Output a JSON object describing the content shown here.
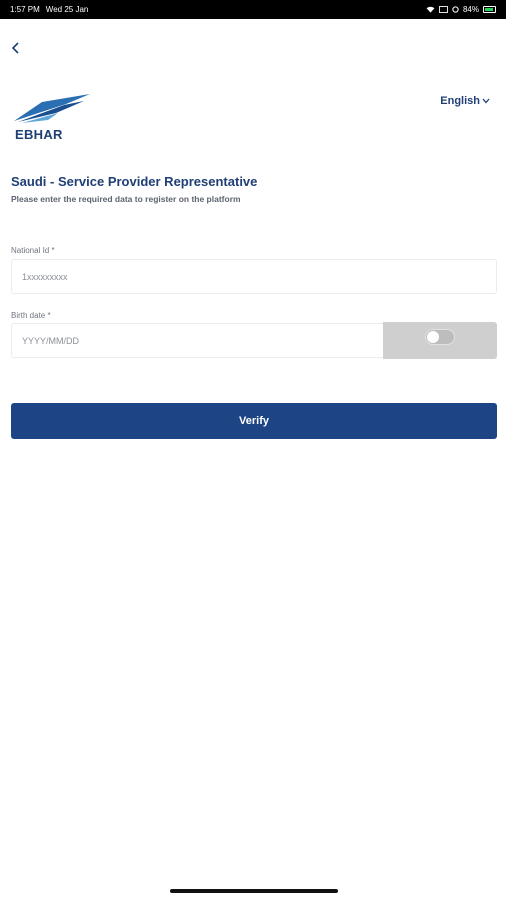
{
  "status_bar": {
    "time": "1:57 PM",
    "date": "Wed 25 Jan",
    "battery": "84%"
  },
  "header": {
    "back_icon": "chevron-left-icon",
    "logo_text": "EBHAR",
    "language": "English"
  },
  "title": "Saudi - Service Provider Representative",
  "subtitle": "Please enter the required data to register on the platform",
  "form": {
    "national_id": {
      "label": "National Id *",
      "placeholder": "1xxxxxxxxx",
      "value": ""
    },
    "birth_date": {
      "label": "Birth date *",
      "placeholder": "YYYY/MM/DD",
      "value": "",
      "calendar_toggle": "off"
    },
    "verify_label": "Verify"
  },
  "colors": {
    "primary": "#1d4586",
    "title": "#1f3f75",
    "toggle_bg": "#cfcfcf"
  }
}
